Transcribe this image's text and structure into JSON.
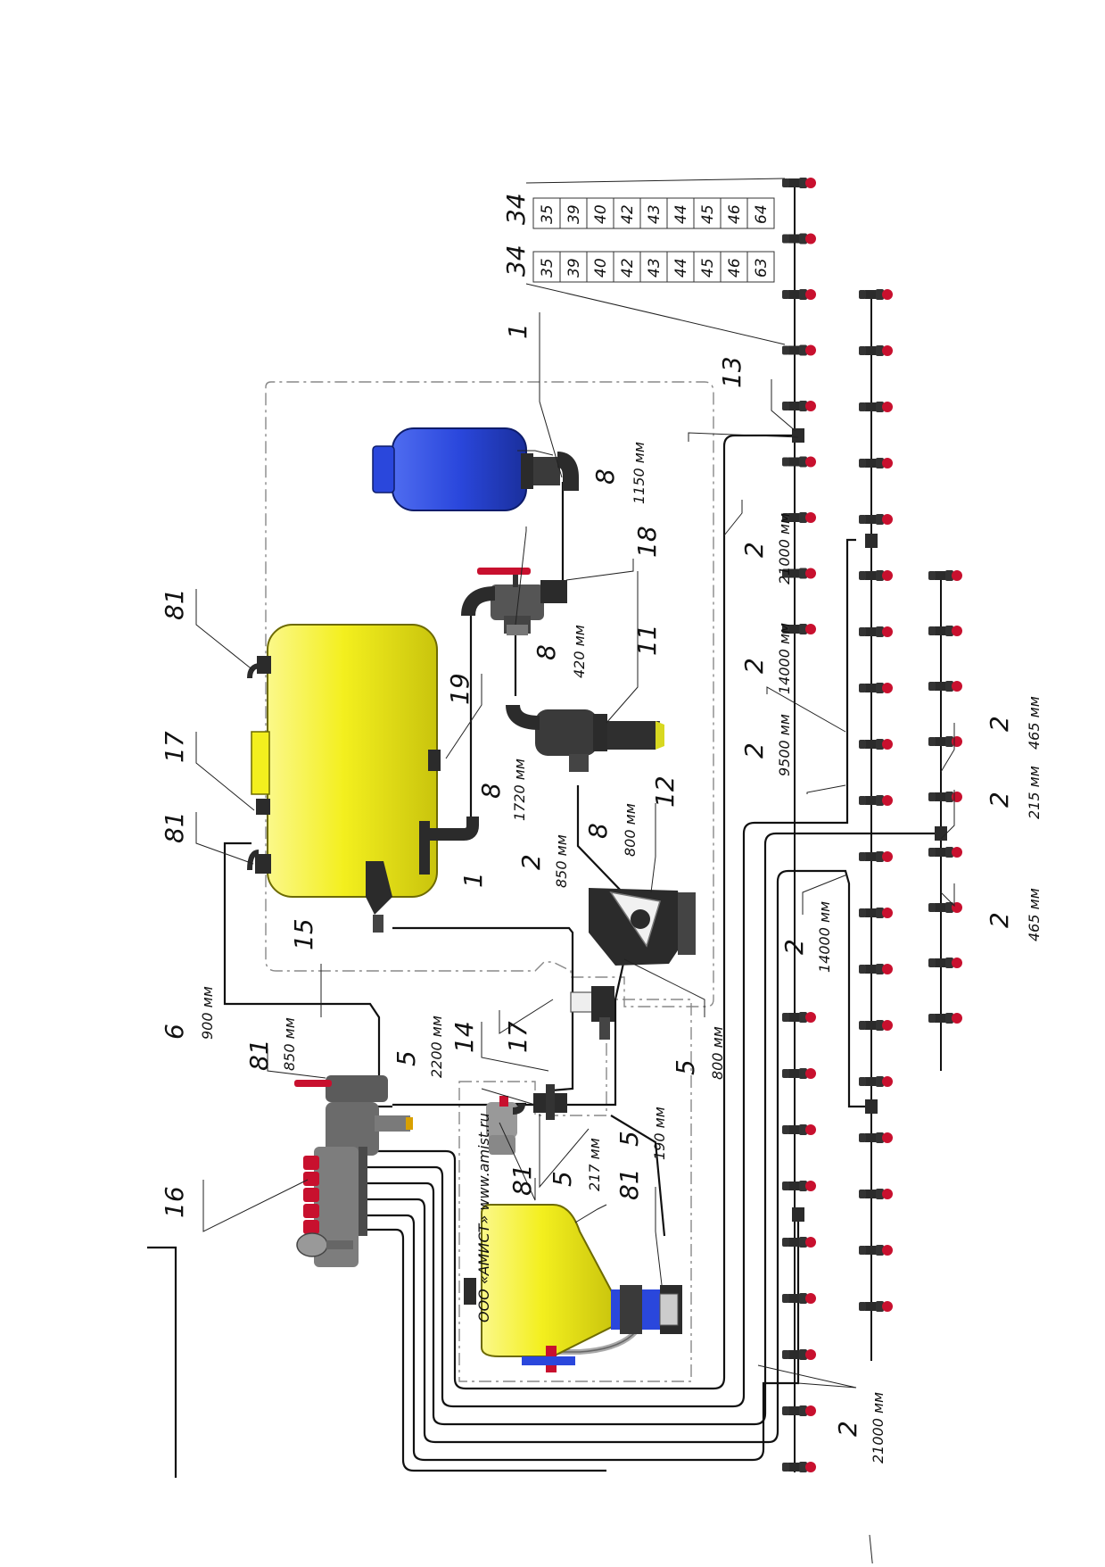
{
  "diagram": {
    "labels": {
      "l81a": "81",
      "l17a": "17",
      "l81b": "81",
      "l19": "19",
      "l1a": "1",
      "l1b": "1",
      "l8a": "8",
      "l8b": "8",
      "l8c": "8",
      "l8d": "8",
      "l18": "18",
      "l11": "11",
      "l12": "12",
      "l13": "13",
      "l15": "15",
      "l6": "6",
      "l81c": "81",
      "l5a": "5",
      "l14": "14",
      "l17b": "17",
      "l5b": "5",
      "l5c": "5",
      "l5d": "5",
      "l81d": "81",
      "l81e": "81",
      "l16": "16",
      "l2a": "2",
      "l2b": "2",
      "l2c": "2",
      "l2d": "2",
      "l2e": "2",
      "l2f": "2",
      "l2g": "2",
      "l2h": "2",
      "l2i": "2",
      "l34a": "34",
      "l34b": "34"
    },
    "lengths": {
      "m1150": "1150 мм",
      "m420": "420 мм",
      "m1720": "1720 мм",
      "m800a": "800 мм",
      "m850a": "850 мм",
      "m800b": "800 мм",
      "m900": "900 мм",
      "m850b": "850 мм",
      "m2200": "2200 мм",
      "m217": "217 мм",
      "m190": "190 мм",
      "m21000a": "21000 мм",
      "m14000a": "14000 мм",
      "m9500": "9500 мм",
      "m14000b": "14000 мм",
      "m465a": "465 мм",
      "m215": "215 мм",
      "m465b": "465 мм",
      "m21000b": "21000 мм"
    },
    "table_top": [
      "35",
      "39",
      "40",
      "42",
      "43",
      "44",
      "45",
      "46",
      "64"
    ],
    "table_bottom": [
      "35",
      "39",
      "40",
      "42",
      "43",
      "44",
      "45",
      "46",
      "63"
    ],
    "brand": "ООО «АМИСТ» www.amist.ru"
  },
  "colors": {
    "yellow": "#f3ef1e",
    "blue": "#2a47dc",
    "dark": "#2b2b2b",
    "red": "#c8102e",
    "grey": "#8a8a8a"
  }
}
